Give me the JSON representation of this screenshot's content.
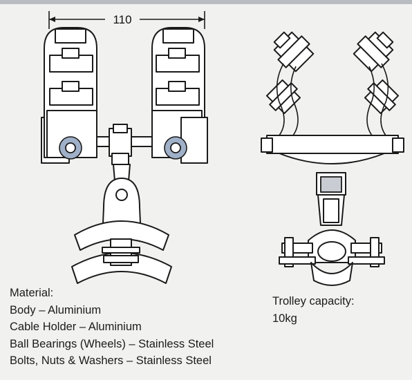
{
  "dimension": {
    "width_label": "110"
  },
  "material": {
    "heading": "Material:",
    "lines": [
      "Body – Aluminium",
      "Cable Holder – Aluminium",
      "Ball Bearings (Wheels) – Stainless Steel",
      "Bolts, Nuts & Washers – Stainless Steel"
    ]
  },
  "capacity": {
    "heading": "Trolley capacity:",
    "value": "10kg"
  }
}
